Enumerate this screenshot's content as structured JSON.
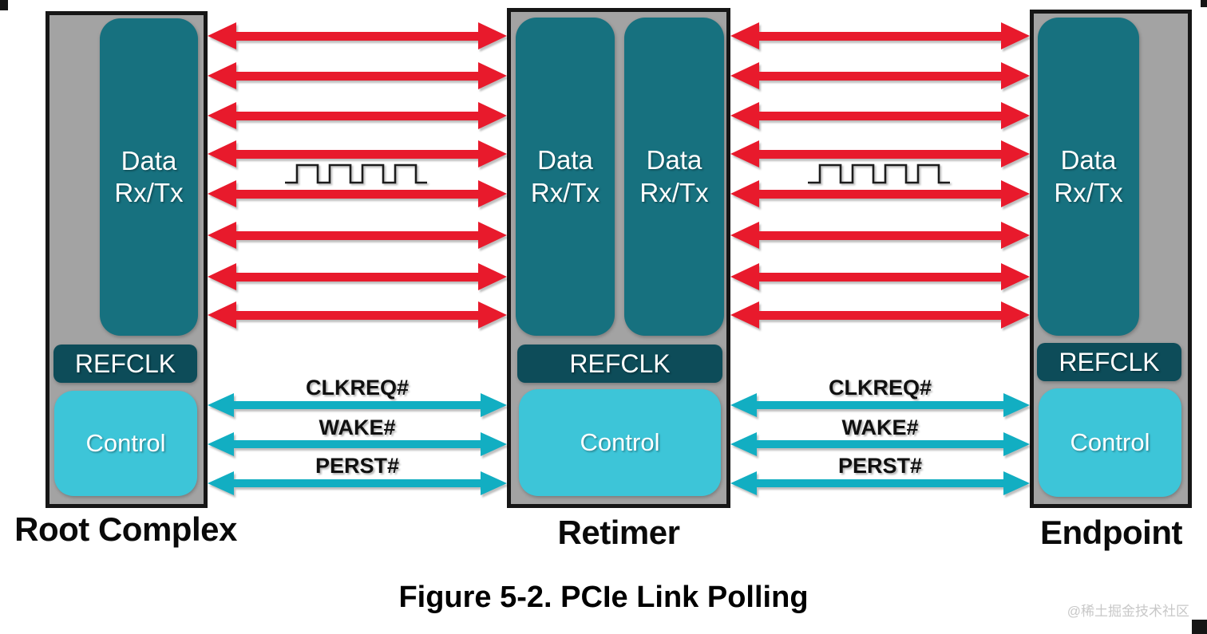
{
  "figure": {
    "caption": "Figure 5-2. PCIe Link Polling",
    "watermark": "@稀土掘金技术社区"
  },
  "labels": {
    "data_line1": "Data",
    "data_line2": "Rx/Tx",
    "refclk": "REFCLK",
    "control": "Control"
  },
  "devices": [
    {
      "id": "root-complex",
      "label": "Root Complex",
      "data_rxtx_blocks": 1
    },
    {
      "id": "retimer",
      "label": "Retimer",
      "data_rxtx_blocks": 2
    },
    {
      "id": "endpoint",
      "label": "Endpoint",
      "data_rxtx_blocks": 1
    }
  ],
  "links": [
    {
      "from": "Root Complex",
      "to": "Retimer",
      "data_lanes": 8,
      "refclk_waveform": true,
      "signals": [
        "CLKREQ#",
        "WAKE#",
        "PERST#"
      ]
    },
    {
      "from": "Retimer",
      "to": "Endpoint",
      "data_lanes": 8,
      "refclk_waveform": true,
      "signals": [
        "CLKREQ#",
        "WAKE#",
        "PERST#"
      ]
    }
  ],
  "colors": {
    "lane_red": "#e81a2c",
    "signal_cyan": "#12aec2",
    "data_teal": "#17717f",
    "refclk_dark_teal": "#0d4c59",
    "control_cyan": "#3dc5d8",
    "chassis_gray": "#a3a3a3"
  }
}
